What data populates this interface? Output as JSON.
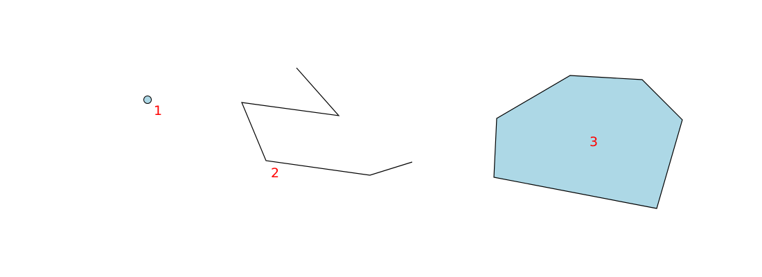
{
  "colors": {
    "background": "#ffffff",
    "stroke": "#000000",
    "fill": "#add8e6",
    "label": "#ff0000"
  },
  "shapes": [
    {
      "kind": "point",
      "label": "1"
    },
    {
      "kind": "polyline",
      "label": "2"
    },
    {
      "kind": "polygon",
      "label": "3"
    }
  ]
}
